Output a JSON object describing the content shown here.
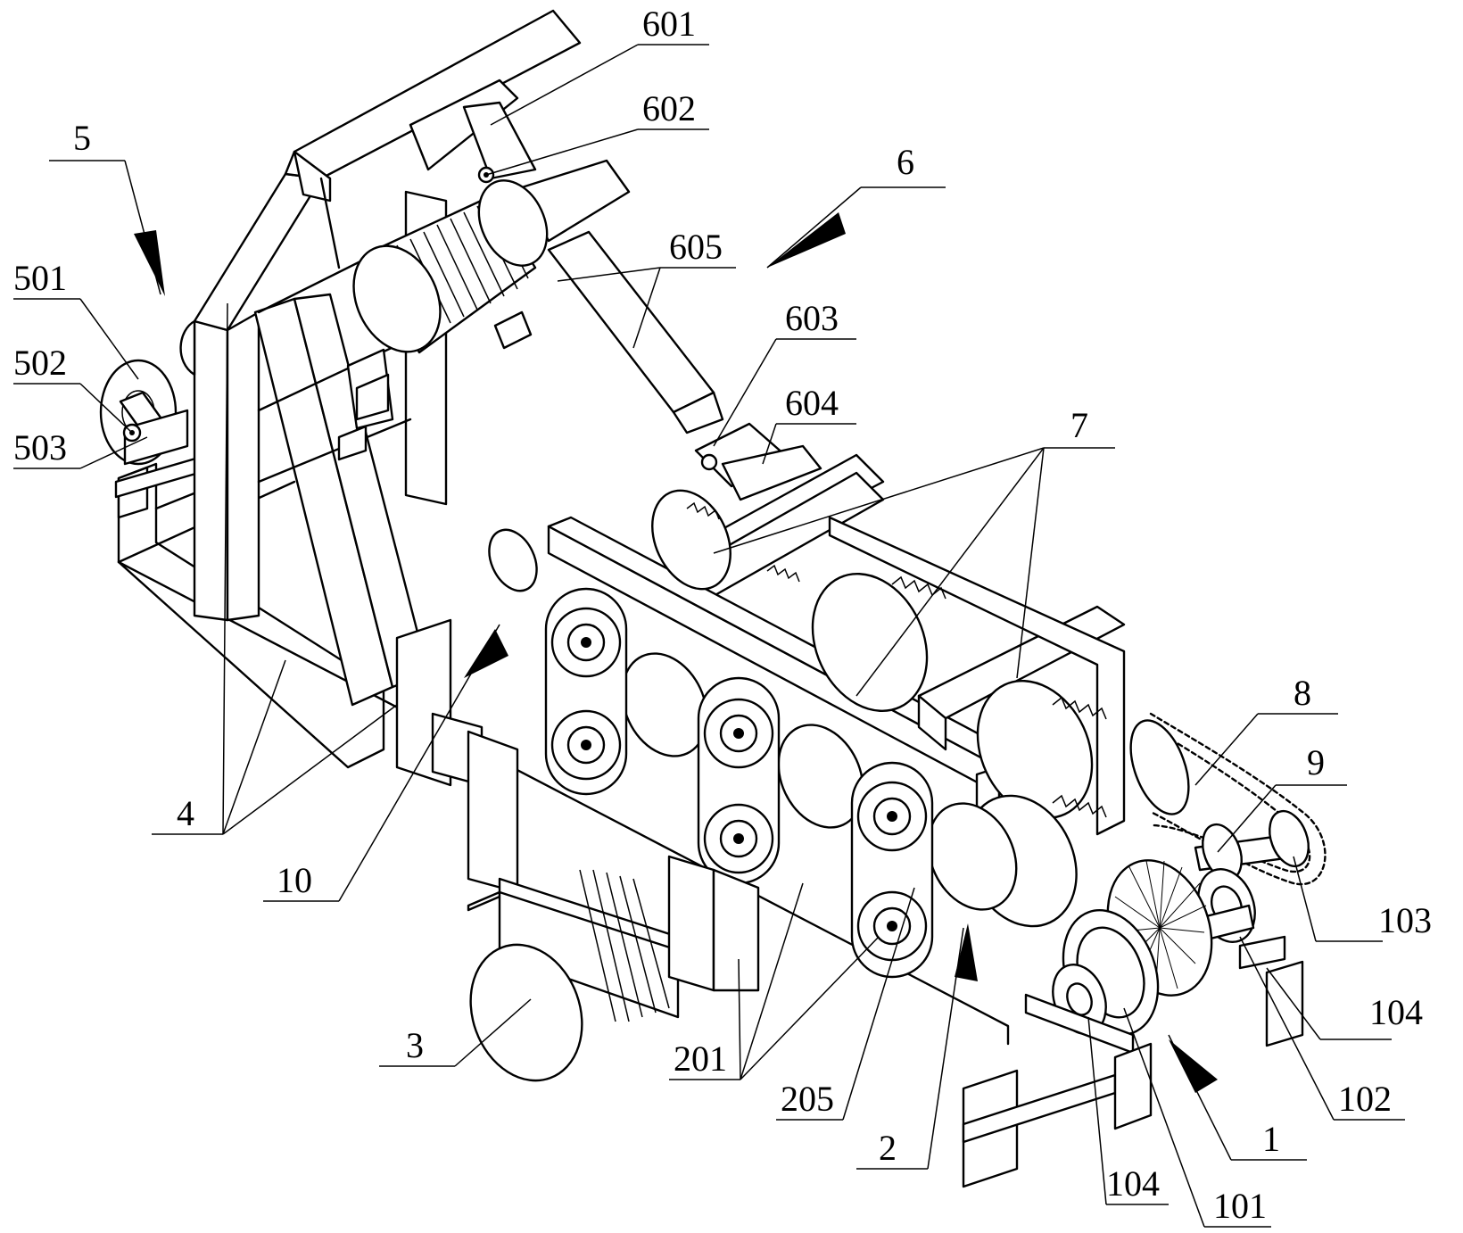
{
  "labels": {
    "l5": "5",
    "l501": "501",
    "l502": "502",
    "l503": "503",
    "l601": "601",
    "l602": "602",
    "l6": "6",
    "l605": "605",
    "l603": "603",
    "l604": "604",
    "l7": "7",
    "l8": "8",
    "l9": "9",
    "l103": "103",
    "l104a": "104",
    "l102": "102",
    "l1": "1",
    "l101": "101",
    "l104b": "104",
    "l2": "2",
    "l205": "205",
    "l201": "201",
    "l3": "3",
    "l10": "10",
    "l4": "4"
  }
}
